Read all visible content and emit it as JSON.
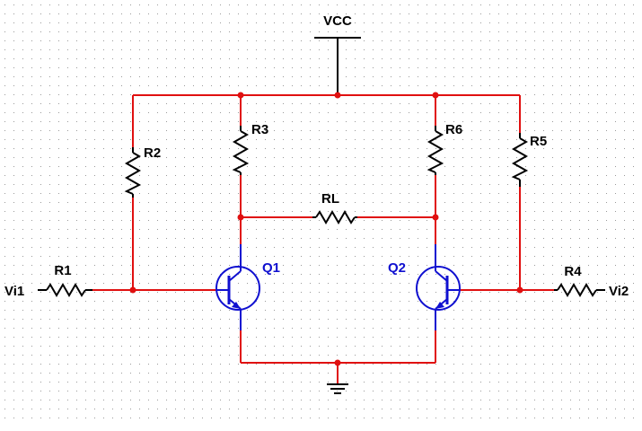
{
  "labels": {
    "vcc": "VCC",
    "r1": "R1",
    "r2": "R2",
    "r3": "R3",
    "r4": "R4",
    "r5": "R5",
    "r6": "R6",
    "rl": "RL",
    "q1": "Q1",
    "q2": "Q2",
    "vi1": "Vi1",
    "vi2": "Vi2"
  },
  "colors": {
    "background": "#ffffff",
    "grid_dot": "#9a9a9a",
    "wire": "#e01010",
    "junction": "#e01010",
    "component": "#000000",
    "transistor": "#1010d0",
    "transistor_label": "#1010d0",
    "text": "#000000"
  },
  "icons": {
    "vcc": "power-rail-icon",
    "ground": "ground-icon",
    "resistor": "resistor-zigzag-icon",
    "transistor": "npn-transistor-icon"
  }
}
